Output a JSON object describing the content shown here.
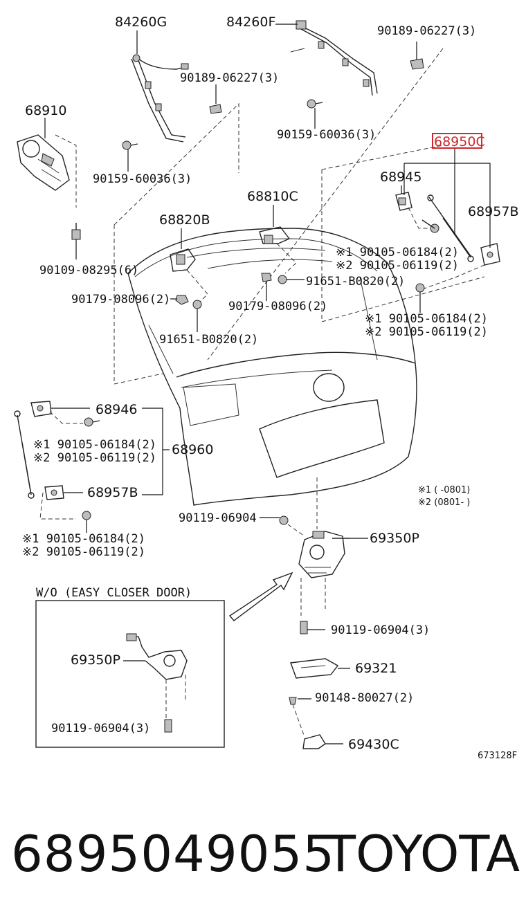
{
  "labels": {
    "p84260G": "84260G",
    "p84260F": "84260F",
    "p90189_a": "90189-06227(3)",
    "p90189_b": "90189-06227(3)",
    "p68910": "68910",
    "p90159_a": "90159-60036(3)",
    "p90159_b": "90159-60036(3)",
    "p68950C": "68950C",
    "p68945": "68945",
    "p68957B_r": "68957B",
    "p68810C": "68810C",
    "p68820B": "68820B",
    "p90109": "90109-08295(6)",
    "p90105_r1a": "※1 90105-06184(2)",
    "p90105_r2a": "※2 90105-06119(2)",
    "p91651_r": "91651-B0820(2)",
    "p90179_l": "90179-08096(2)",
    "p90179_r": "90179-08096(2)",
    "p90105_r1b": "※1 90105-06184(2)",
    "p90105_r2b": "※2 90105-06119(2)",
    "p91651_l": "91651-B0820(2)",
    "p68946": "68946",
    "p90105_l1a": "※1 90105-06184(2)",
    "p90105_l2a": "※2 90105-06119(2)",
    "p68960": "68960",
    "p68957B_l": "68957B",
    "p90105_l1b": "※1 90105-06184(2)",
    "p90105_l2b": "※2 90105-06119(2)",
    "note1": "※1 (      -0801)",
    "note2": "※2 (0801-      )",
    "p90119_a": "90119-06904",
    "p69350P": "69350P",
    "inset_title": "W/O (EASY CLOSER DOOR)",
    "inset_69350P": "69350P",
    "inset_90119": "90119-06904(3)",
    "p90119_b": "90119-06904(3)",
    "p69321": "69321",
    "p90148": "90148-80027(2)",
    "p69430C": "69430C",
    "figure_code": "673128F"
  },
  "footer": {
    "part_number": "6895049055",
    "brand": "TOYOTA"
  },
  "colors": {
    "highlight": "#d0282a",
    "ink": "#111111",
    "background": "#ffffff"
  }
}
